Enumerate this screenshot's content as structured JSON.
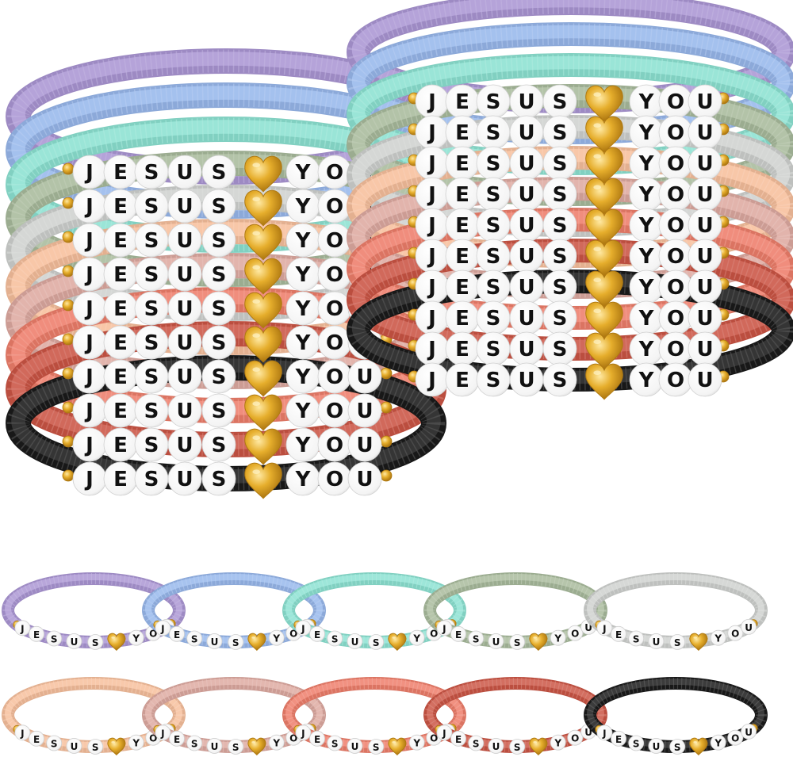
{
  "image": {
    "letters": [
      "J",
      "E",
      "S",
      "U",
      "S",
      "Y",
      "O",
      "U"
    ],
    "icons": [
      "heart-bead-icon",
      "gold-spacer-bead-icon"
    ],
    "colors": {
      "background": "#ffffff",
      "letter_bead": "#fbfbfb",
      "letter_ink": "#111111",
      "gold": "#e0a822",
      "gold_dark": "#b07a12",
      "bracelets": [
        "#ab96d4",
        "#98b8ec",
        "#8ce2d2",
        "#a9bb9c",
        "#cfd1cf",
        "#f7bf9c",
        "#deaaa1",
        "#ee7e6b",
        "#cb5545",
        "#1a1a1a"
      ]
    }
  }
}
